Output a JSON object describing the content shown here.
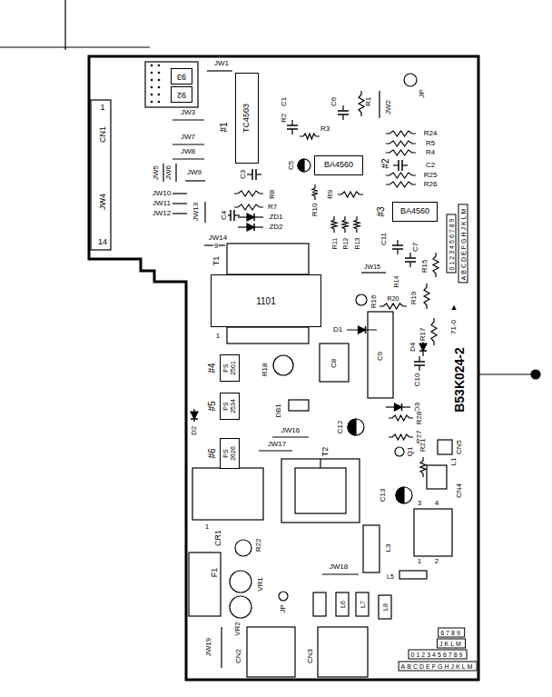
{
  "diagram": {
    "nodes": [
      {
        "text": [
          "93"
        ]
      },
      {
        "text": [
          "92"
        ]
      },
      {
        "text": [
          "TC4503"
        ]
      },
      {
        "text": [
          "BA4560"
        ]
      },
      {
        "text": [
          "BA4560"
        ]
      },
      {
        "text": [
          "1101"
        ]
      },
      {
        "text": [
          "PS 2501"
        ]
      },
      {
        "text": [
          "PS 2534"
        ]
      },
      {
        "text": [
          "PS 2626"
        ]
      }
    ],
    "labels": [
      "1",
      "CN1",
      "JW4",
      "14",
      "JW1",
      "#1",
      "C1",
      "R2",
      "C6",
      "R1",
      "JW2",
      "JP",
      "JW3",
      "JW7",
      "JW8",
      "JW5",
      "JW6",
      "JW9",
      "JW10",
      "JW11",
      "JW12",
      "JW13",
      "JW14",
      "R3",
      "C3",
      "C5",
      "#2",
      "R24",
      "R5",
      "R4",
      "C2",
      "R25",
      "R26",
      "R8",
      "R9",
      "R10",
      "R7",
      "ZD1",
      "ZD2",
      "C4",
      "#3",
      "R11",
      "R12",
      "R13",
      "C11",
      "C7",
      "JW15",
      "R14",
      "R15",
      "R19",
      "R20",
      "R17",
      "T1",
      "9",
      "1",
      "R16",
      "D1",
      "D4",
      "C10",
      "C8",
      "C9",
      "#4",
      "R18",
      "#5",
      "DB1",
      "C12",
      "D3",
      "R28",
      "R27",
      "B53K024-2",
      "▲",
      "71-0",
      "D2",
      "#6",
      "JW16",
      "JW17",
      "T2",
      "Q1",
      "R21",
      "CN5",
      "L1",
      "C13",
      "CN4",
      "3",
      "4",
      "1",
      "2",
      "L3",
      "1",
      "CR1",
      "F1",
      "R22",
      "JW18",
      "VR1",
      "VR2",
      "JP",
      "L6",
      "L7",
      "L8",
      "L5",
      "CN2",
      "CN3",
      "JW19",
      "0123456789",
      "ABCDEFGHJKLM",
      "0123456789",
      "ABCDEFGHJKLM",
      "6789",
      "JKLM"
    ]
  }
}
